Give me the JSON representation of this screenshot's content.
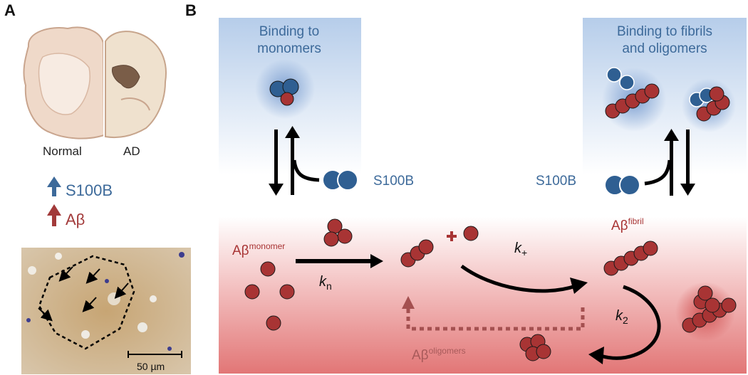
{
  "panels": {
    "a": "A",
    "b": "B"
  },
  "panel_a": {
    "brain_labels": {
      "normal": "Normal",
      "ad": "AD"
    },
    "legend": [
      {
        "label": "S100B",
        "color": "#3d6a9a"
      },
      {
        "label": "Aβ",
        "color": "#a23a3a"
      }
    ],
    "scale_bar": "50 µm"
  },
  "panel_b": {
    "box_left_title": [
      "Binding to",
      "monomers"
    ],
    "box_right_title": [
      "Binding to fibrils",
      "and oligomers"
    ],
    "s100b_left": "S100B",
    "s100b_right": "S100B",
    "abeta_monomer": {
      "base": "Aβ",
      "sup": "monomer"
    },
    "abeta_fibril": {
      "base": "Aβ",
      "sup": "fibril"
    },
    "abeta_oligomers": {
      "base": "Aβ",
      "sup": "oligomers"
    },
    "plus": "+",
    "k_n": {
      "base": "k",
      "sub": "n"
    },
    "k_plus": {
      "base": "k",
      "sub": "+"
    },
    "k_2": {
      "base": "k",
      "sub": "2"
    }
  },
  "colors": {
    "s100b": "#2f5f92",
    "abeta": "#a83434",
    "box_blue": "#b8cfea",
    "box_red": "#e47c7c"
  }
}
